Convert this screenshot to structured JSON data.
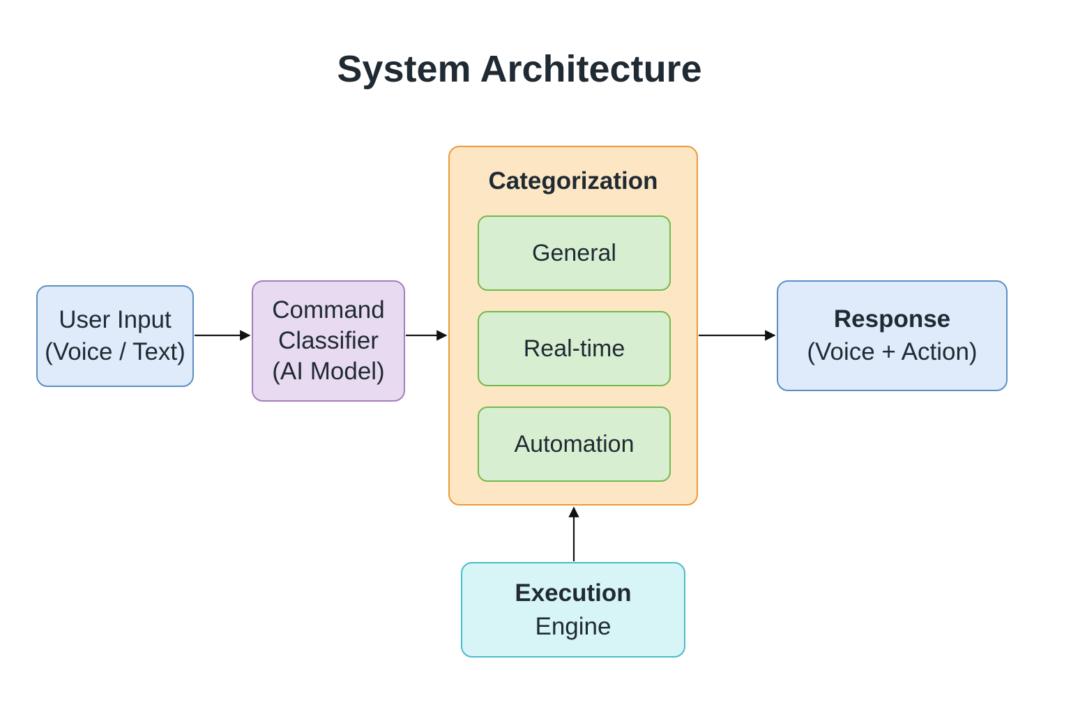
{
  "title": "System Architecture",
  "nodes": {
    "user_input": {
      "line1": "User Input",
      "line2": "(Voice / Text)"
    },
    "classifier": {
      "line1": "Command",
      "line2": "Classifier",
      "line3": "(AI Model)"
    },
    "categorization": {
      "title": "Categorization",
      "items": [
        "General",
        "Real-time",
        "Automation"
      ]
    },
    "response": {
      "line1": "Response",
      "line2": "(Voice + Action)"
    },
    "engine": {
      "line1": "Execution",
      "line2": "Engine"
    }
  },
  "edges": [
    {
      "from": "user_input",
      "to": "classifier"
    },
    {
      "from": "classifier",
      "to": "categorization"
    },
    {
      "from": "categorization",
      "to": "response"
    },
    {
      "from": "engine",
      "to": "categorization"
    }
  ],
  "colors": {
    "blue_fill": "#dfeafb",
    "blue_border": "#5b8fc2",
    "purple_fill": "#e8daf1",
    "purple_border": "#a57cbd",
    "orange_fill": "#fde6c3",
    "orange_border": "#ec9a37",
    "green_fill": "#d8eed0",
    "green_border": "#6fb94d",
    "cyan_fill": "#d7f4f6",
    "cyan_border": "#48bccb"
  }
}
